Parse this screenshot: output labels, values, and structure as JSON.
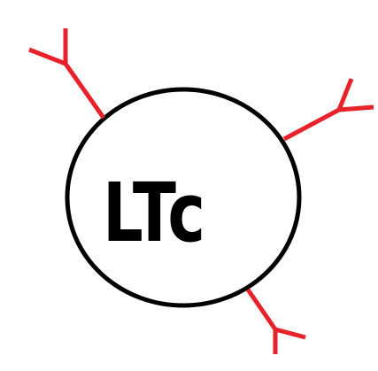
{
  "cell": {
    "label": "LTc"
  },
  "colors": {
    "outline": "#000000",
    "receptor": "#e8222a",
    "background": "#ffffff"
  },
  "receptors": {
    "count": 3,
    "shape": "Y"
  }
}
